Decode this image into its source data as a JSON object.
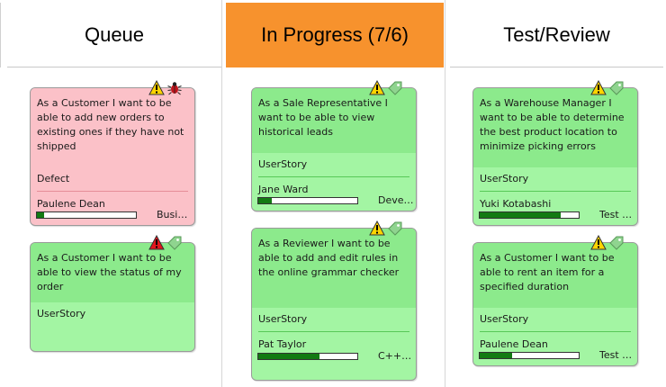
{
  "columns": [
    {
      "title": "Queue"
    },
    {
      "title": "In Progress (7/6)"
    },
    {
      "title": "Test/Review"
    }
  ],
  "colors": {
    "active_header": "#f7922d",
    "story": "#a3f5a3",
    "defect": "#fbc1c8",
    "progress_fill": "#127a12"
  },
  "cards": [
    {
      "text": "As a Customer I want to be able to add new orders to existing ones if they have not shipped",
      "type": "Defect",
      "owner": "Paulene Dean",
      "category": "Busin…",
      "progress": 0.07,
      "icons": [
        "warning-icon",
        "bug-icon"
      ]
    },
    {
      "text": "As a Customer I want to be able to view the status of my order",
      "type": "UserStory",
      "owner": "",
      "category": "",
      "progress": null,
      "icons": [
        "error-warning-icon",
        "tag-icon"
      ]
    },
    {
      "text": "As a Sale Representative I want to be able to view historical leads",
      "type": "UserStory",
      "owner": "Jane Ward",
      "category": "Devel…",
      "progress": 0.14,
      "icons": [
        "warning-icon",
        "tag-icon"
      ]
    },
    {
      "text": "As a Reviewer I want to be able to add and edit rules in the online grammar checker",
      "type": "UserStory",
      "owner": "Pat Taylor",
      "category": "C++ Pr…",
      "progress": 0.62,
      "icons": [
        "warning-icon",
        "tag-icon"
      ]
    },
    {
      "text": "As a Warehouse Manager I want to be able to determine the best product location to minimize picking errors",
      "type": "UserStory",
      "owner": "Yuki Kotabashi",
      "category": "Test A…",
      "progress": 0.82,
      "icons": [
        "warning-icon",
        "tag-icon"
      ]
    },
    {
      "text": "As a Customer I want to be able to rent an item for a specified duration",
      "type": "UserStory",
      "owner": "Paulene Dean",
      "category": "Test A…",
      "progress": 0.33,
      "icons": [
        "warning-icon",
        "tag-icon"
      ]
    }
  ]
}
